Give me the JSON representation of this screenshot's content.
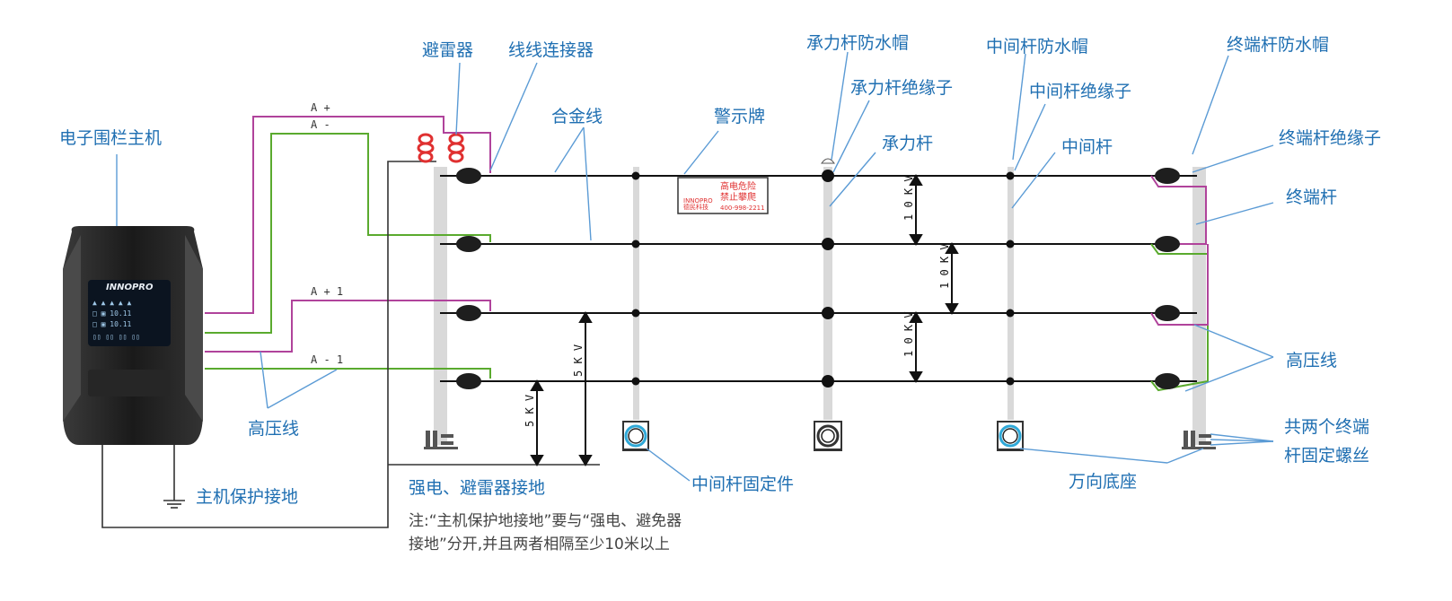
{
  "labels": {
    "host": "电子围栏主机",
    "arrester": "避雷器",
    "connector": "线线连接器",
    "alloy_wire": "合金线",
    "warning_sign": "警示牌",
    "bearing_cap": "承力杆防水帽",
    "bearing_insulator": "承力杆绝缘子",
    "bearing_pole": "承力杆",
    "middle_cap": "中间杆防水帽",
    "middle_insulator": "中间杆绝缘子",
    "middle_pole": "中间杆",
    "terminal_cap": "终端杆防水帽",
    "terminal_insulator": "终端杆绝缘子",
    "terminal_pole": "终端杆",
    "hv_wire_left": "高压线",
    "hv_wire_right": "高压线",
    "host_ground": "主机保护接地",
    "strong_ground": "强电、避雷器接地",
    "middle_fixture": "中间杆固定件",
    "universal_base": "万向底座",
    "terminal_screws_1": "共两个终端",
    "terminal_screws_2": "杆固定螺丝"
  },
  "wires": {
    "a_plus": "A +",
    "a_minus": "A -",
    "a_plus_1": "A + 1",
    "a_minus_1": "A - 1"
  },
  "voltages": {
    "kv10_top": "1 0 K V",
    "kv10_mid": "1 0 K V",
    "kv10_low": "1 0 K V",
    "kv5_a": "5 K V",
    "kv5_b": "5 K V"
  },
  "sign": {
    "line1": "高电危险",
    "line2": "禁止攀爬",
    "phone": "400-998-2211",
    "brand": "INNOPRO",
    "brand_cn": "德民科技"
  },
  "device": {
    "brand": "INNOPRO"
  },
  "note": {
    "line1": "注:“主机保护地接地”要与“强电、避免器",
    "line2": "接地”分开,并且两者相隔至少10米以上"
  },
  "colors": {
    "label": "#1f6fb2",
    "magenta_wire": "#b0439b",
    "green_wire": "#5aaa2e",
    "arrester": "#e03030",
    "pole": "#d9d9d9"
  }
}
